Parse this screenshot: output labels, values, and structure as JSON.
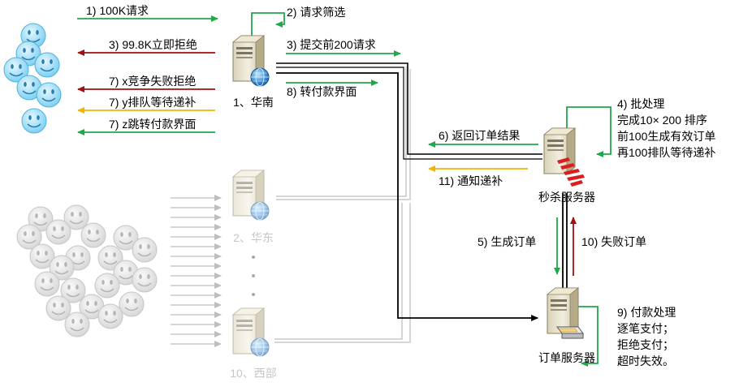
{
  "colors": {
    "green": "#20a84a",
    "red": "#a01010",
    "yellow": "#f2b400",
    "black": "#000000",
    "grey": "#bdbdbd",
    "active_face": "#8fd8f6",
    "active_face_stroke": "#4fb3dd",
    "idle_face": "#e2e2e2"
  },
  "steps": {
    "s1": "1) 100K请求",
    "s2": "2) 请求筛选",
    "s3a": "3) 99.8K立即拒绝",
    "s3b": "3) 提交前200请求",
    "s7x": "7) x竞争失败拒绝",
    "s7y": "7) y排队等待递补",
    "s7z": "7) z跳转付款界面",
    "s8": "8) 转付款界面",
    "s6": "6) 返回订单结果",
    "s11": "11) 通知递补",
    "s5": "5) 生成订单",
    "s10": "10) 失败订单"
  },
  "notes": {
    "batch": [
      "4) 批处理",
      "完成10× 200 排序",
      "前100生成有效订单",
      "再100排队等待递补"
    ],
    "payment": [
      "9) 付款处理",
      "逐笔支付；",
      "拒绝支付；",
      "超时失效。"
    ]
  },
  "servers": {
    "south": "1、华南",
    "east": "2、华东",
    "west": "10、西部",
    "seckill": "秒杀服务器",
    "order": "订单服务器"
  },
  "ellipsis": "⋮"
}
